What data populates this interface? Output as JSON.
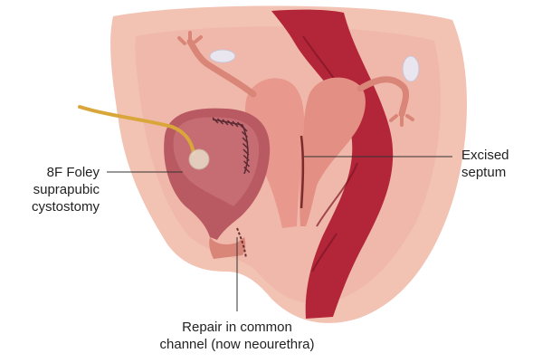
{
  "figure": {
    "title": "",
    "colors": {
      "tissue_light": "#f2c2b3",
      "tissue_mid": "#e79a8c",
      "tissue_dark": "#c8685c",
      "bladder": "#b95a62",
      "rectum": "#b3263a",
      "rectum_dark": "#7e1424",
      "catheter": "#d9a63a",
      "leader_line": "#333333",
      "ovary": "#e9e6f0"
    },
    "labels": {
      "foley": [
        "8F Foley",
        "suprapubic",
        "cystostomy"
      ],
      "septum": [
        "Excised",
        "septum"
      ],
      "repair": [
        "Repair in common",
        "channel (now neourethra)"
      ]
    }
  }
}
